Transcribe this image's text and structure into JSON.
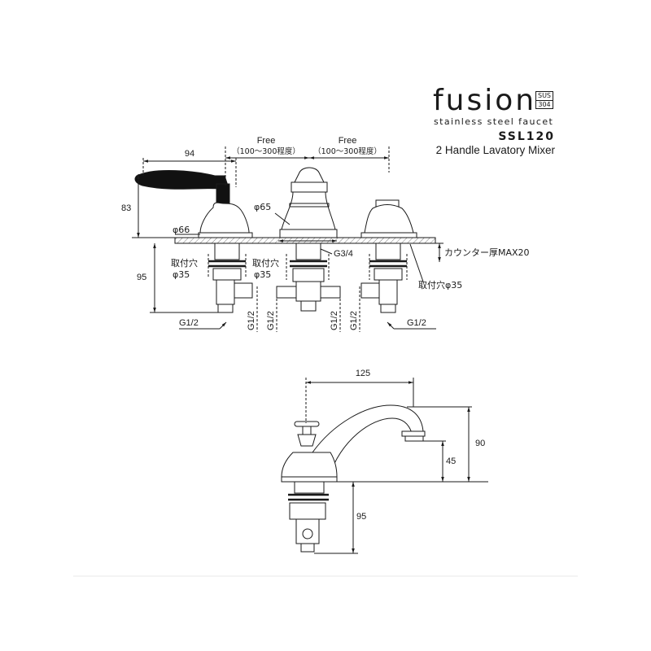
{
  "brand": {
    "word": "fusion",
    "grade_top": "SUS",
    "grade_bottom": "304",
    "tagline": "stainless steel faucet"
  },
  "model": {
    "code": "SSL120",
    "description": "2 Handle Lavatory Mixer"
  },
  "top_view": {
    "free_left_label": "Free",
    "free_left_range": "（100～300程度）",
    "free_right_label": "Free",
    "free_right_range": "（100～300程度）",
    "handle_length": "94",
    "handle_height": "83",
    "base_diameter_left": "φ66",
    "base_diameter_spout": "φ65",
    "depth_below": "95",
    "hole_left_1": "取付穴",
    "hole_left_1_size": "φ35",
    "hole_left_2": "取付穴",
    "hole_left_2_size": "φ35",
    "hole_right": "取付穴φ35",
    "counter_thickness": "カウンター厚MAX20",
    "spout_thread": "G3/4",
    "pipe_left": "G1/2",
    "pipe_right": "G1/2",
    "vert_thread_1": "G1/2",
    "vert_thread_2": "G1/2",
    "vert_thread_3": "G1/2",
    "vert_thread_4": "G1/2"
  },
  "side_view": {
    "reach": "125",
    "total_height": "90",
    "spout_height": "45",
    "depth_below": "95"
  }
}
